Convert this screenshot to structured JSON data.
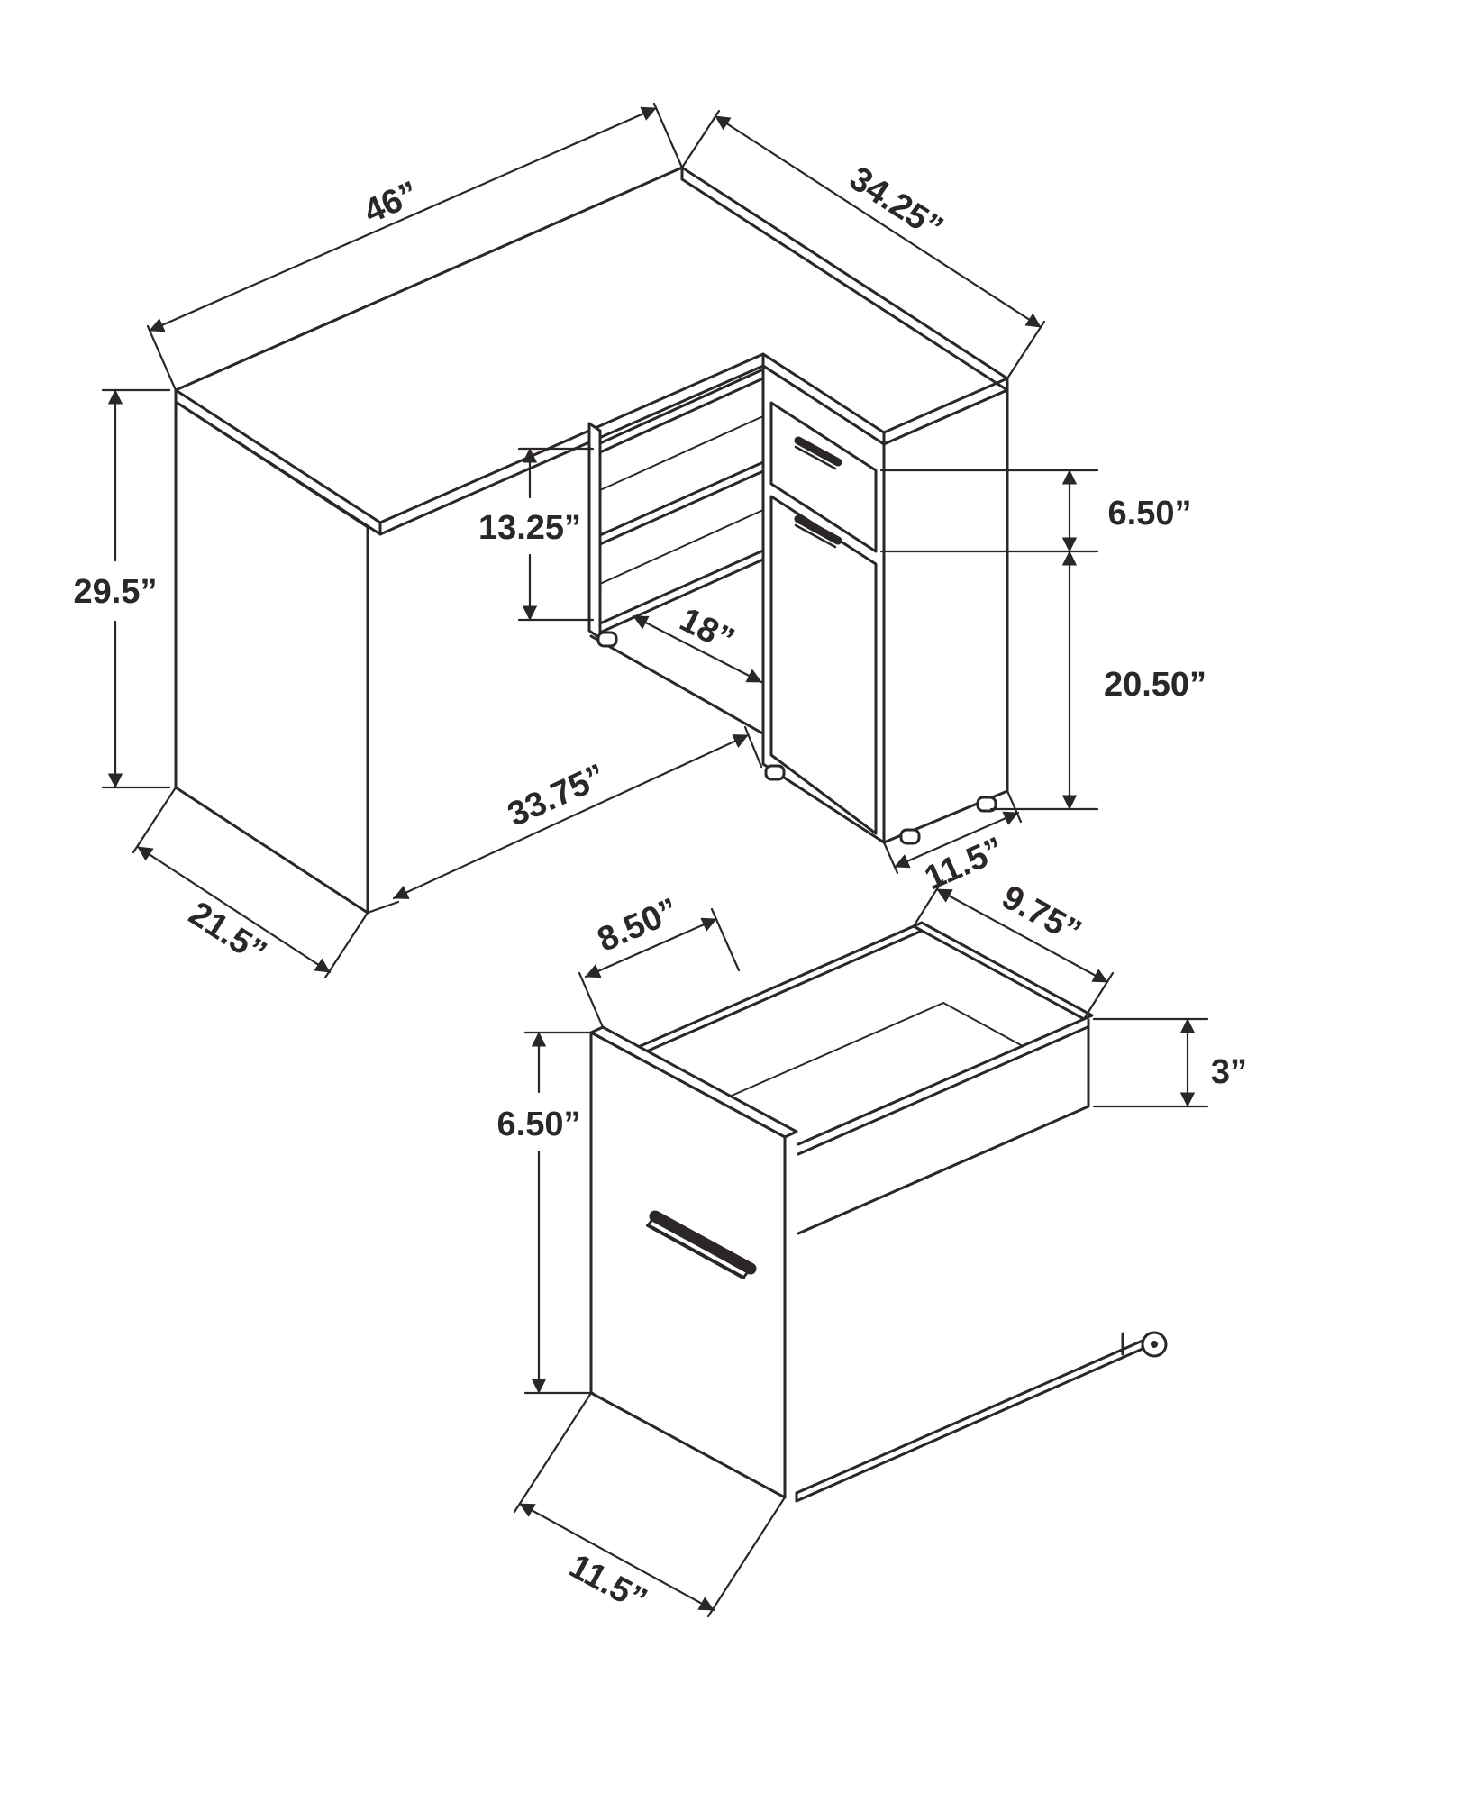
{
  "diagram": {
    "colors": {
      "ink": "#2a2726",
      "background": "#ffffff"
    },
    "desk": {
      "length": "46”",
      "return_depth": "34.25”",
      "height": "29.5”",
      "shelf_opening_height": "13.25”",
      "shelf_opening_width": "18”",
      "drawer_height": "6.50”",
      "door_height": "20.50”",
      "base_width": "33.75”",
      "side_depth": "21.5”",
      "cabinet_width": "11.5”"
    },
    "drawer": {
      "inner_width": "8.50”",
      "inner_depth": "9.75”",
      "front_height": "6.50”",
      "side_height": "3”",
      "width": "11.5”"
    }
  }
}
